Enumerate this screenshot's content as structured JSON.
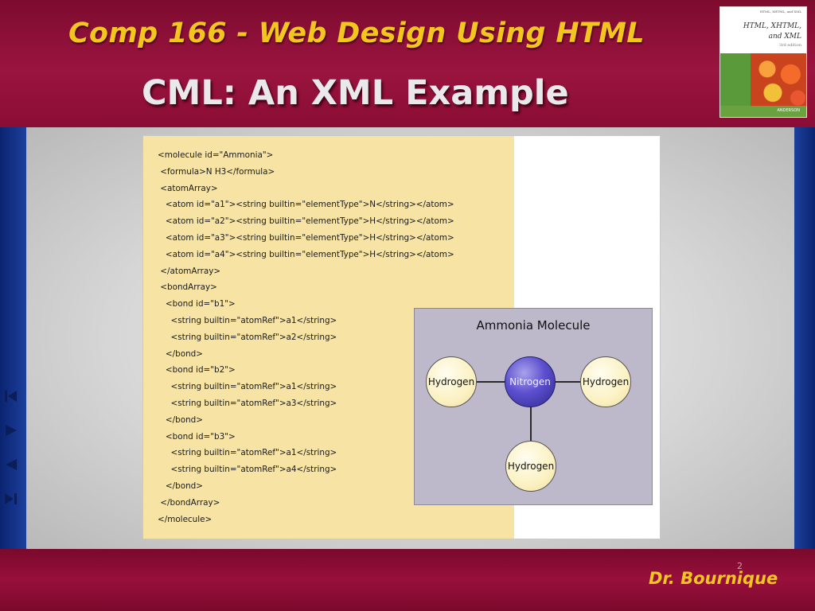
{
  "header": {
    "course_title": "Comp 166 - Web Design Using HTML",
    "slide_title": "CML: An XML Example"
  },
  "book_cover": {
    "small_text": "HTML, XHTML, and XML",
    "title_line1": "HTML, XHTML,",
    "title_line2": "and XML",
    "subtitle": "3rd edition",
    "publisher": "ANDERSON"
  },
  "code": {
    "lines": [
      "<molecule id=\"Ammonia\">",
      " <formula>N H3</formula>",
      " <atomArray>",
      "   <atom id=\"a1\"><string builtin=\"elementType\">N</string></atom>",
      "   <atom id=\"a2\"><string builtin=\"elementType\">H</string></atom>",
      "   <atom id=\"a3\"><string builtin=\"elementType\">H</string></atom>",
      "   <atom id=\"a4\"><string builtin=\"elementType\">H</string></atom>",
      " </atomArray>",
      " <bondArray>",
      "   <bond id=\"b1\">",
      "     <string builtin=\"atomRef\">a1</string>",
      "     <string builtin=\"atomRef\">a2</string>",
      "   </bond>",
      "   <bond id=\"b2\">",
      "     <string builtin=\"atomRef\">a1</string>",
      "     <string builtin=\"atomRef\">a3</string>",
      "   </bond>",
      "   <bond id=\"b3\">",
      "     <string builtin=\"atomRef\">a1</string>",
      "     <string builtin=\"atomRef\">a4</string>",
      "   </bond>",
      " </bondArray>",
      "</molecule>"
    ]
  },
  "diagram": {
    "title": "Ammonia Molecule",
    "center_atom": "Nitrogen",
    "left_atom": "Hydrogen",
    "right_atom": "Hydrogen",
    "bottom_atom": "Hydrogen"
  },
  "nav": {
    "icons": [
      "first-slide-icon",
      "next-slide-icon",
      "previous-slide-icon",
      "last-slide-icon"
    ]
  },
  "footer": {
    "slide_number": "2",
    "author": "Dr. Bournique"
  },
  "colors": {
    "header_bg": "#8a0d35",
    "title_yellow": "#f2c61f",
    "side_blue": "#0a2470",
    "code_bg": "#f7e4a4",
    "nitrogen": "#5d4fcf"
  }
}
